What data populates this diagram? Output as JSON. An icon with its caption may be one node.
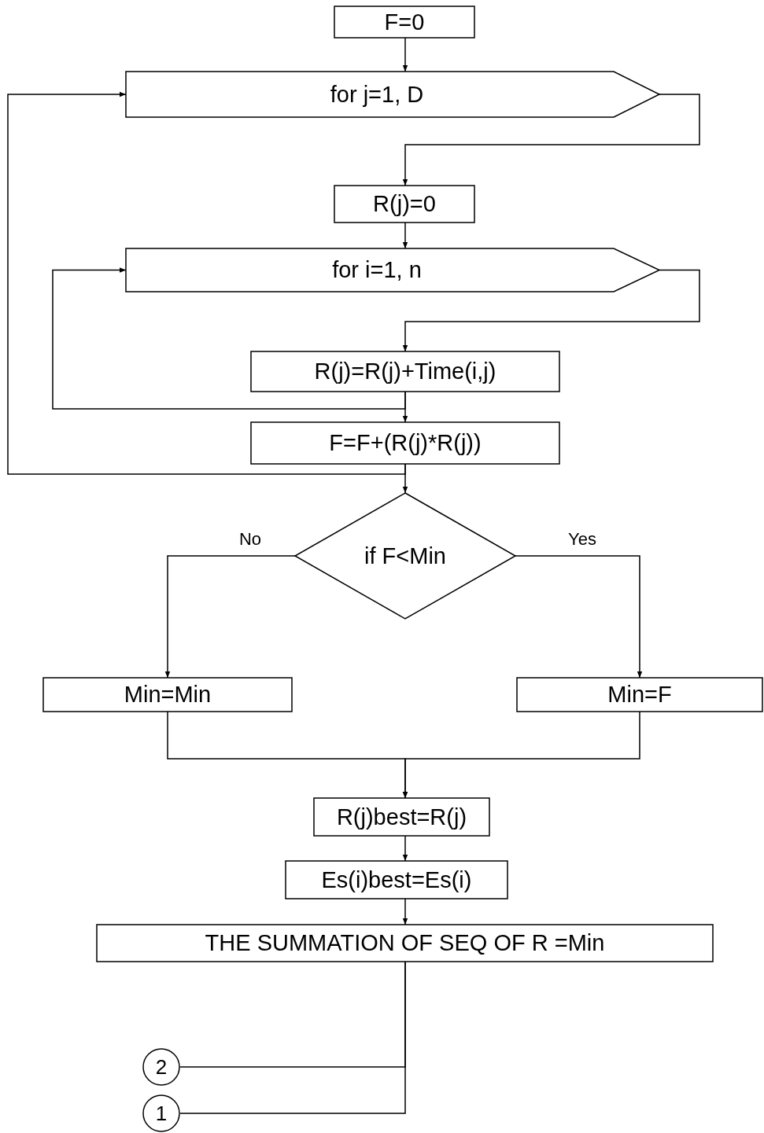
{
  "diagram": {
    "nodes": [
      {
        "text": [
          "F=0"
        ]
      },
      {
        "text": [
          "for j=1, D"
        ]
      },
      {
        "text": [
          "R(j)=0"
        ]
      },
      {
        "text": [
          "for i=1, n"
        ]
      },
      {
        "text": [
          "R(j)=R(j)+Time(i,j)"
        ]
      },
      {
        "text": [
          "F=F+(R(j)*R(j))"
        ]
      },
      {
        "text": [
          "if F<Min"
        ]
      },
      {
        "text": [
          "Min=Min"
        ]
      },
      {
        "text": [
          "Min=F"
        ]
      },
      {
        "text": [
          "R(j)best=R(j)"
        ]
      },
      {
        "text": [
          "Es(i)best=Es(i)"
        ]
      },
      {
        "text": [
          "THE SUMMATION OF SEQ OF R =Min"
        ]
      },
      {
        "text": [
          "2"
        ]
      },
      {
        "text": [
          "1"
        ]
      }
    ],
    "edges": [
      {
        "from": 0,
        "to": 1,
        "arrow": "to"
      },
      {
        "from": 1,
        "to": 2,
        "arrow": "to"
      },
      {
        "from": 2,
        "to": 3,
        "arrow": "to"
      },
      {
        "from": 3,
        "to": 4,
        "arrow": "to"
      },
      {
        "from": 4,
        "to": 5,
        "arrow": "to"
      },
      {
        "from": 4,
        "to": 3,
        "arrow": "to"
      },
      {
        "from": 5,
        "to": 1,
        "arrow": "to"
      },
      {
        "from": 5,
        "to": 6,
        "arrow": "to"
      },
      {
        "from": 6,
        "to": 7,
        "arrow": "to",
        "label": "No"
      },
      {
        "from": 6,
        "to": 8,
        "arrow": "to",
        "label": "Yes"
      },
      {
        "from": 7,
        "to": 9,
        "arrow": "to"
      },
      {
        "from": 8,
        "to": 9,
        "arrow": "to"
      },
      {
        "from": 9,
        "to": 10,
        "arrow": "to"
      },
      {
        "from": 10,
        "to": 11,
        "arrow": "to"
      },
      {
        "from": 11,
        "to": 12,
        "arrow": "none"
      },
      {
        "from": 11,
        "to": 13,
        "arrow": "none"
      }
    ]
  }
}
